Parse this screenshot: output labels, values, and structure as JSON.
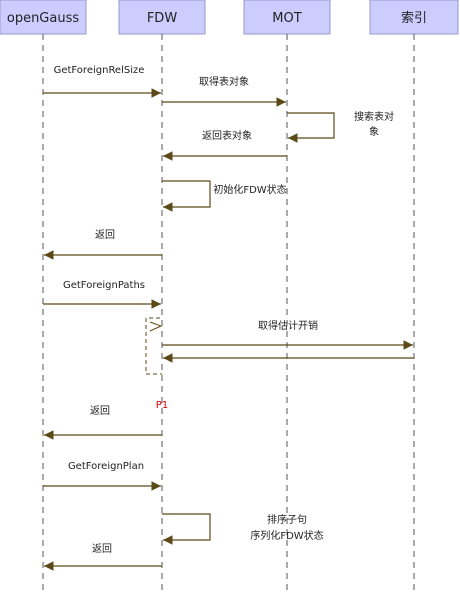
{
  "colors": {
    "header_fill": "#ccccff",
    "header_stroke": "#9999cc",
    "lifeline": "#555555",
    "arrow": "#5b4a18",
    "marker": "#d40000"
  },
  "participants": [
    {
      "id": "opengauss",
      "label": "openGauss"
    },
    {
      "id": "fdw",
      "label": "FDW"
    },
    {
      "id": "mot",
      "label": "MOT"
    },
    {
      "id": "index",
      "label": "索引"
    }
  ],
  "messages": [
    {
      "id": "m1",
      "from": "opengauss",
      "to": "fdw",
      "label": "GetForeignRelSize"
    },
    {
      "id": "m2",
      "from": "fdw",
      "to": "mot",
      "label": "取得表对象"
    },
    {
      "id": "m3",
      "from": "mot",
      "to": "mot",
      "label_lines": [
        "搜索表对",
        "象"
      ]
    },
    {
      "id": "m4",
      "from": "mot",
      "to": "fdw",
      "label": "返回表对象"
    },
    {
      "id": "m5",
      "from": "fdw",
      "to": "fdw",
      "label": "初始化FDW状态"
    },
    {
      "id": "m6",
      "from": "fdw",
      "to": "opengauss",
      "label": "返回"
    },
    {
      "id": "m7",
      "from": "opengauss",
      "to": "fdw",
      "label": "GetForeignPaths"
    },
    {
      "id": "m8",
      "from": "fdw",
      "to": "index",
      "label": "取得估计开销"
    },
    {
      "id": "m9",
      "from": "index",
      "to": "fdw",
      "label": ""
    },
    {
      "id": "m10",
      "from": "fdw",
      "to": "opengauss",
      "label": "返回"
    },
    {
      "id": "m11",
      "from": "opengauss",
      "to": "fdw",
      "label": "GetForeignPlan"
    },
    {
      "id": "m12",
      "from": "fdw",
      "to": "fdw",
      "label_lines": [
        "排序子句",
        "序列化FDW状态"
      ]
    },
    {
      "id": "m13",
      "from": "fdw",
      "to": "opengauss",
      "label": "返回"
    }
  ],
  "marker": {
    "label": "P1"
  }
}
